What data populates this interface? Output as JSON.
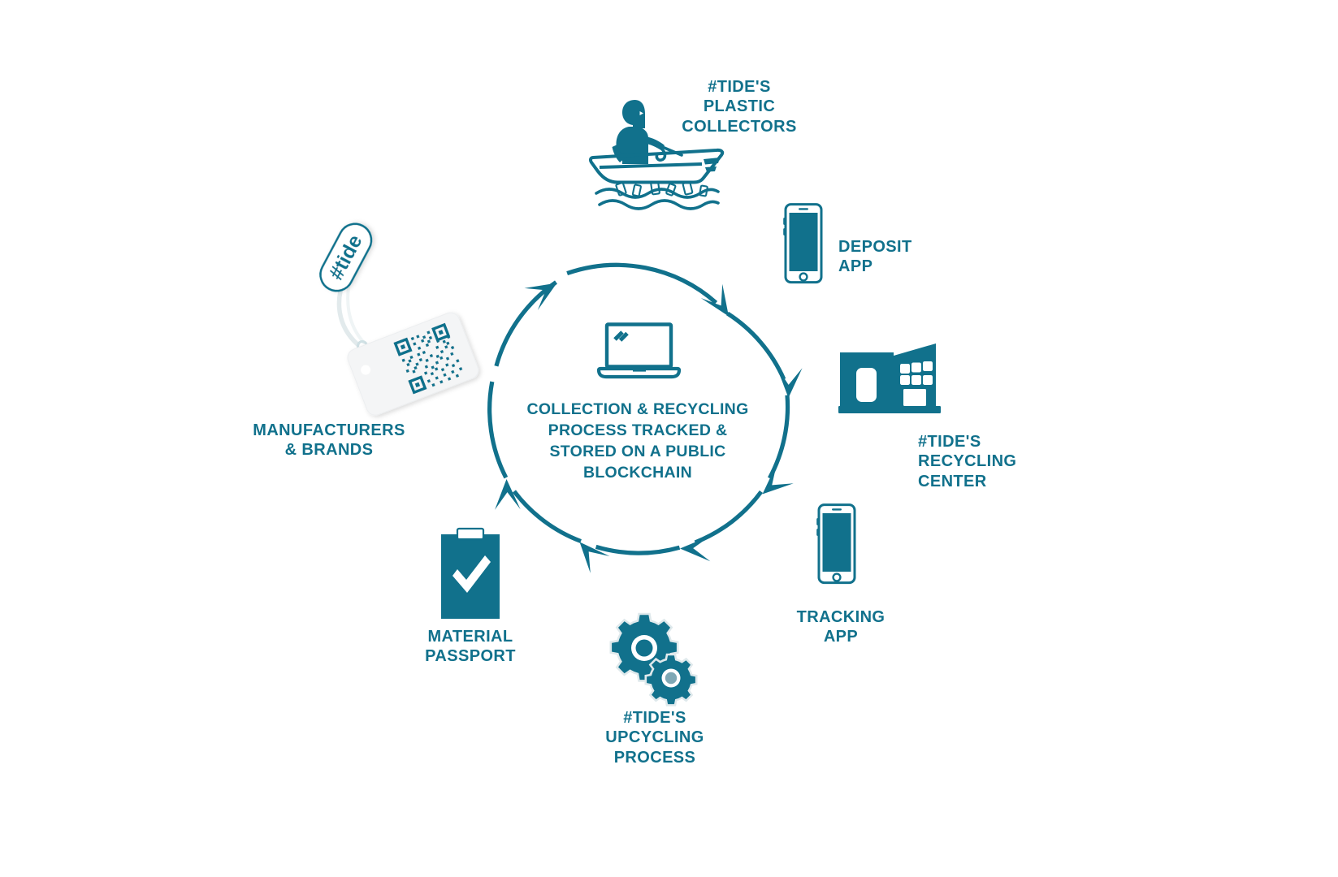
{
  "diagram": {
    "title_center": "COLLECTION & RECYCLING\nPROCESS TRACKED &\nSTORED ON A PUBLIC\nBLOCKCHAIN",
    "accent_color": "#11718c",
    "background_color": "#ffffff",
    "gear_accent_color": "#7fa8b5",
    "flow_direction": "clockwise",
    "nodes": [
      {
        "id": "plastic-collectors",
        "label": "#TIDE'S\nPLASTIC\nCOLLECTORS",
        "icon": "rowboat-collector-icon",
        "position": "top"
      },
      {
        "id": "deposit-app",
        "label": "DEPOSIT\nAPP",
        "icon": "smartphone-icon",
        "position": "top-right"
      },
      {
        "id": "recycling-center",
        "label": "#TIDE'S\nRECYCLING\nCENTER",
        "icon": "factory-building-icon",
        "position": "right"
      },
      {
        "id": "tracking-app",
        "label": "TRACKING\nAPP",
        "icon": "smartphone-icon",
        "position": "bottom-right"
      },
      {
        "id": "upcycling-process",
        "label": "#TIDE'S\nUPCYCLING\nPROCESS",
        "icon": "gears-icon",
        "position": "bottom"
      },
      {
        "id": "material-passport",
        "label": "MATERIAL\nPASSPORT",
        "icon": "clipboard-check-icon",
        "position": "bottom-left"
      },
      {
        "id": "manufacturers-brands",
        "label": "MANUFACTURERS\n& BRANDS",
        "icon": "hangtag-qr-icon",
        "position": "left"
      }
    ],
    "center_icon": "laptop-icon",
    "tag_brand_text": "#tide"
  }
}
